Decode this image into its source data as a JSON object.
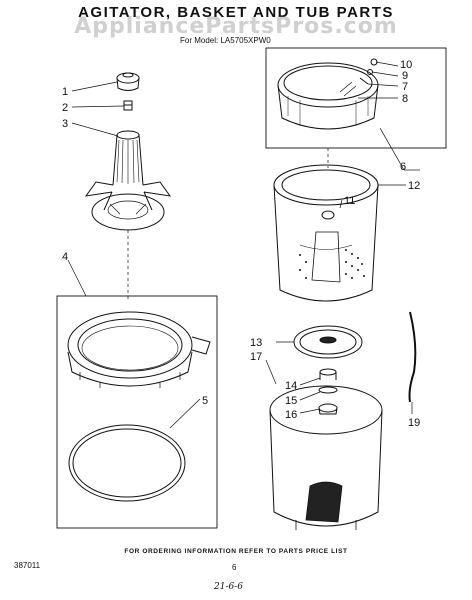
{
  "title": "AGITATOR, BASKET AND TUB PARTS",
  "watermark": "AppliancePartsPros.com",
  "subtitle": "For Model: LA5705XPW0",
  "callouts": [
    "1",
    "2",
    "3",
    "4",
    "5",
    "6",
    "7",
    "8",
    "9",
    "10",
    "11",
    "12",
    "13",
    "14",
    "15",
    "16",
    "17",
    "19"
  ],
  "footer_note": "FOR ORDERING INFORMATION REFER TO PARTS PRICE LIST",
  "doc_number": "387011",
  "page_number": "6",
  "handwritten_note": "21-6-6"
}
